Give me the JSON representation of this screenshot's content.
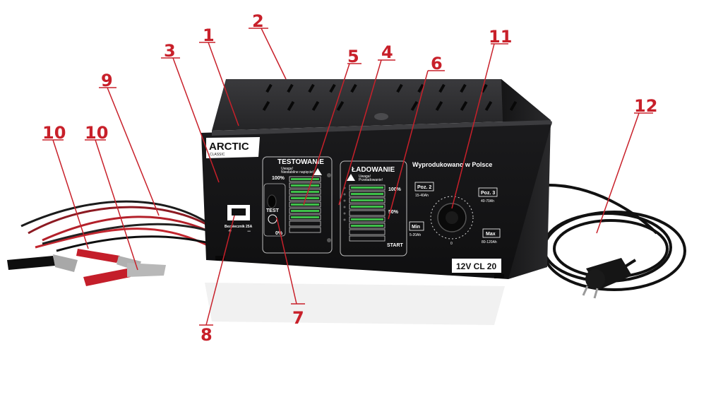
{
  "brand": {
    "name": "ARCTIC",
    "sub": "CLASSIC"
  },
  "panel": {
    "testing_title": "TESTOWANIE",
    "testing_warning_1": "Uwaga!",
    "testing_warning_2": "Niestabilne napięcie!",
    "testing_100": "100%",
    "testing_0": "0%",
    "test_button": "TEST",
    "charging_title": "ŁADOWANIE",
    "charging_warning_1": "Uwaga!",
    "charging_warning_2": "Przeładowanie!",
    "charging_100": "100%",
    "charging_50": "50%",
    "charging_start": "START",
    "made_in": "Wyprodukowano w Polsce",
    "fuse_label": "Bezpiecznik 25A",
    "plus": "+",
    "minus": "−",
    "model": "12V CL 20"
  },
  "selector": {
    "poz2_label": "Poz. 2",
    "poz2_range": "15-40Ah",
    "poz3_label": "Poz. 3",
    "poz3_range": "40-70Ah",
    "min_label": "Min",
    "min_range": "5-20Ah",
    "max_label": "Max",
    "max_range": "80-120Ah",
    "dial_zero": "0"
  },
  "callouts": [
    "1",
    "2",
    "3",
    "4",
    "5",
    "6",
    "7",
    "8",
    "9",
    "10",
    "10",
    "11",
    "12"
  ],
  "colors": {
    "callout": "#c8202a",
    "case": "#1c1c1e",
    "led": "#3fbf4a",
    "clamp_red": "#c41e2a"
  }
}
